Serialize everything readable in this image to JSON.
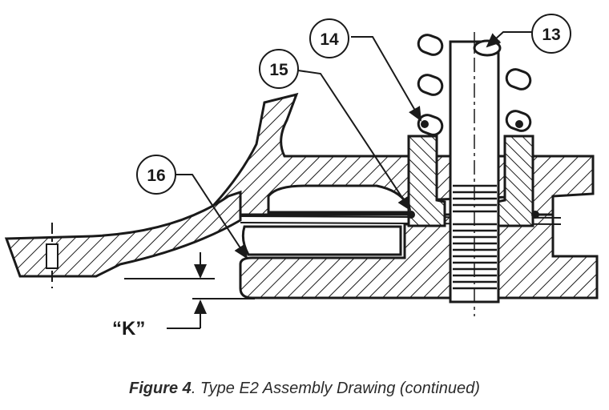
{
  "callouts": [
    {
      "label": "13"
    },
    {
      "label": "14"
    },
    {
      "label": "15"
    },
    {
      "label": "16"
    }
  ],
  "dimension": {
    "label": "“K”"
  },
  "caption": {
    "figure": "Figure 4",
    "text": ". Type E2 Assembly Drawing (continued)"
  }
}
